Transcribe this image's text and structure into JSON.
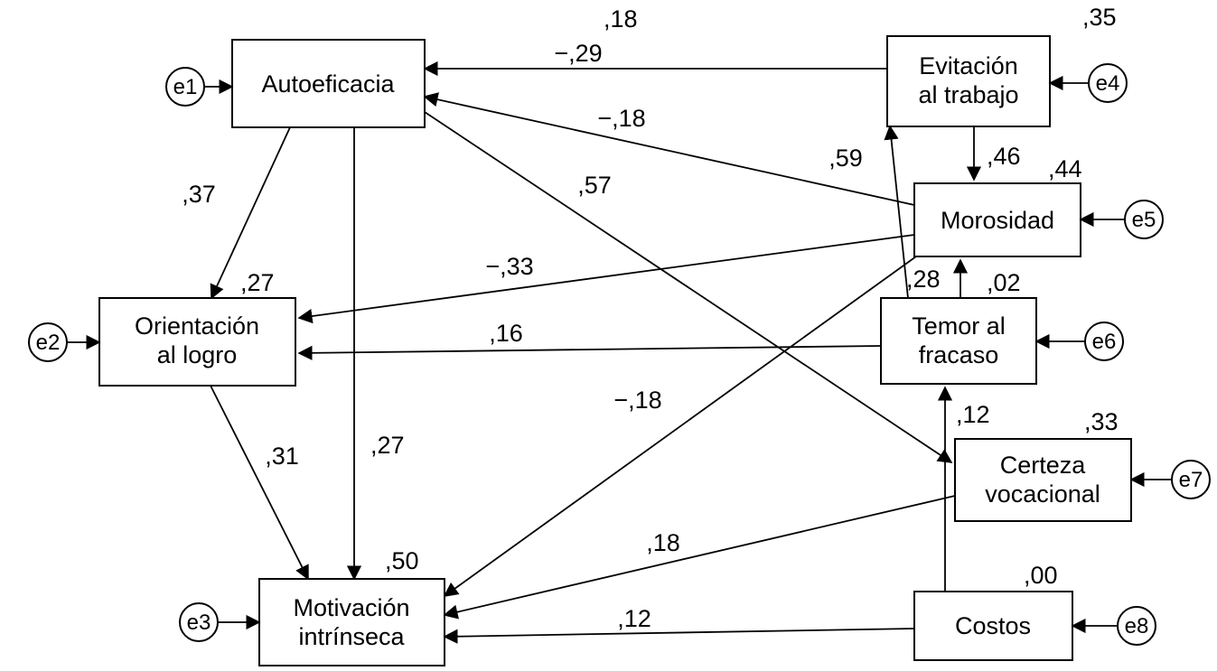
{
  "figure": {
    "type": "sem-path-diagram",
    "background": "#ffffff",
    "line_color": "#000000",
    "nodes": [
      {
        "id": "autoeficacia",
        "lines": [
          "Autoeficacia"
        ],
        "r2": ",18"
      },
      {
        "id": "evitacion-al-trabajo",
        "lines": [
          "Evitación",
          "al trabajo"
        ],
        "r2": ",35"
      },
      {
        "id": "morosidad",
        "lines": [
          "Morosidad"
        ],
        "r2": ",44"
      },
      {
        "id": "orientacion-al-logro",
        "lines": [
          "Orientación",
          "al logro"
        ],
        "r2": ",27"
      },
      {
        "id": "temor-al-fracaso",
        "lines": [
          "Temor al",
          "fracaso"
        ],
        "r2": ",02"
      },
      {
        "id": "certeza-vocacional",
        "lines": [
          "Certeza",
          "vocacional"
        ],
        "r2": ",33"
      },
      {
        "id": "motivacion-intrinseca",
        "lines": [
          "Motivación",
          "intrínseca"
        ],
        "r2": ",50"
      },
      {
        "id": "costos",
        "lines": [
          "Costos"
        ],
        "r2": ",00"
      }
    ],
    "errors": [
      {
        "id": "e1",
        "label": "e1",
        "attached_to": "autoeficacia"
      },
      {
        "id": "e2",
        "label": "e2",
        "attached_to": "orientacion-al-logro"
      },
      {
        "id": "e3",
        "label": "e3",
        "attached_to": "motivacion-intrinseca"
      },
      {
        "id": "e4",
        "label": "e4",
        "attached_to": "evitacion-al-trabajo"
      },
      {
        "id": "e5",
        "label": "e5",
        "attached_to": "morosidad"
      },
      {
        "id": "e6",
        "label": "e6",
        "attached_to": "temor-al-fracaso"
      },
      {
        "id": "e7",
        "label": "e7",
        "attached_to": "certeza-vocacional"
      },
      {
        "id": "e8",
        "label": "e8",
        "attached_to": "costos"
      }
    ],
    "edges": [
      {
        "from": "evitacion-al-trabajo",
        "to": "autoeficacia",
        "coef": "−,29"
      },
      {
        "from": "morosidad",
        "to": "autoeficacia",
        "coef": "−,18"
      },
      {
        "from": "temor-al-fracaso",
        "to": "evitacion-al-trabajo",
        "coef": ",59"
      },
      {
        "from": "evitacion-al-trabajo",
        "to": "morosidad",
        "coef": ",46"
      },
      {
        "from": "temor-al-fracaso",
        "to": "morosidad",
        "coef": ",28"
      },
      {
        "from": "autoeficacia",
        "to": "orientacion-al-logro",
        "coef": ",37"
      },
      {
        "from": "autoeficacia",
        "to": "motivacion-intrinseca",
        "coef": ",27"
      },
      {
        "from": "autoeficacia",
        "to": "certeza-vocacional",
        "coef": ",57"
      },
      {
        "from": "morosidad",
        "to": "orientacion-al-logro",
        "coef": "−,33"
      },
      {
        "from": "temor-al-fracaso",
        "to": "orientacion-al-logro",
        "coef": ",16"
      },
      {
        "from": "orientacion-al-logro",
        "to": "motivacion-intrinseca",
        "coef": ",31"
      },
      {
        "from": "morosidad",
        "to": "motivacion-intrinseca",
        "coef": "−,18"
      },
      {
        "from": "certeza-vocacional",
        "to": "motivacion-intrinseca",
        "coef": ",18"
      },
      {
        "from": "costos",
        "to": "motivacion-intrinseca",
        "coef": ",12"
      },
      {
        "from": "costos",
        "to": "temor-al-fracaso",
        "coef": ",12"
      }
    ]
  }
}
